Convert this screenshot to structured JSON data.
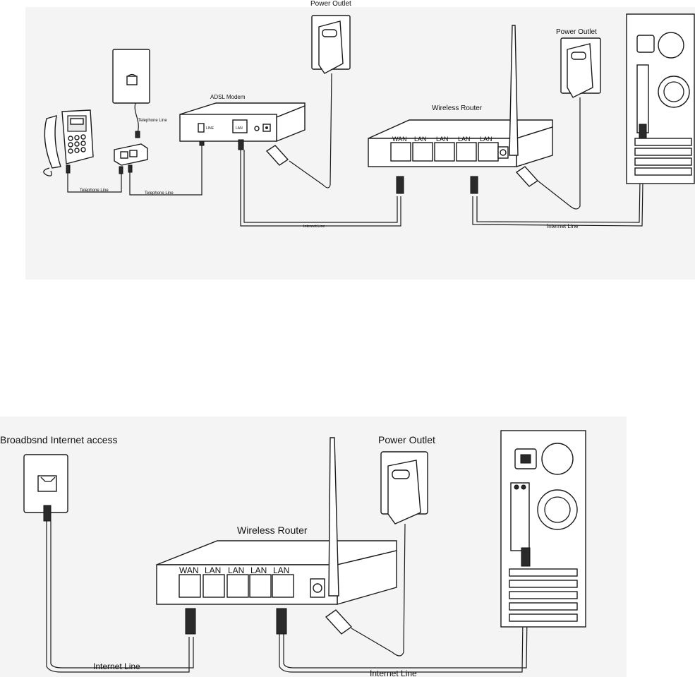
{
  "top": {
    "power_outlet_1": "Power Outlet",
    "power_outlet_2": "Power Outlet",
    "telephone_line_wall": "Telephone Line",
    "telephone_line_phone": "Telephone Line",
    "telephone_line_modem": "Telephone Line",
    "modem": "ADSL Modem",
    "modem_line_port": "LINE",
    "modem_lan_port": "LAN",
    "router": "Wireless Router",
    "router_ports": [
      "WAN",
      "LAN",
      "LAN",
      "LAN",
      "LAN"
    ],
    "internet_line_1": "Internet Line",
    "internet_line_2": "Internet  Line"
  },
  "bottom": {
    "broadband": "Broadbsnd Internet access",
    "power_outlet": "Power Outlet",
    "router": "Wireless Router",
    "router_ports": [
      "WAN",
      "LAN",
      "LAN",
      "LAN",
      "LAN"
    ],
    "internet_line_1": "Internet  Line",
    "internet_line_2": "Internet  Line"
  }
}
